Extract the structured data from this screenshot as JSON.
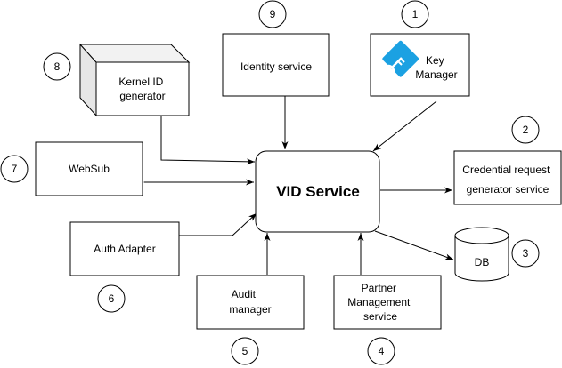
{
  "diagram": {
    "center": {
      "label": "VID Service"
    },
    "nodes": {
      "key_manager": {
        "lines": [
          "Key",
          "Manager"
        ],
        "badge": "1"
      },
      "identity_service": {
        "lines": [
          "Identity service"
        ],
        "badge": "9"
      },
      "kernel_id": {
        "lines": [
          "Kernel ID",
          "generator"
        ],
        "badge": "8"
      },
      "websub": {
        "lines": [
          "WebSub"
        ],
        "badge": "7"
      },
      "auth_adapter": {
        "lines": [
          "Auth Adapter"
        ],
        "badge": "6"
      },
      "audit_manager": {
        "lines": [
          "Audit",
          "manager"
        ],
        "badge": "5"
      },
      "partner_mgmt": {
        "lines": [
          "Partner",
          "Management",
          "service"
        ],
        "badge": "4"
      },
      "db": {
        "lines": [
          "DB"
        ],
        "badge": "3"
      },
      "credential": {
        "lines": [
          "Credential request",
          "generator service"
        ],
        "badge": "2"
      }
    },
    "colors": {
      "stroke": "#000000",
      "key_icon": "#1ba1e2",
      "fill": "#ffffff"
    }
  }
}
